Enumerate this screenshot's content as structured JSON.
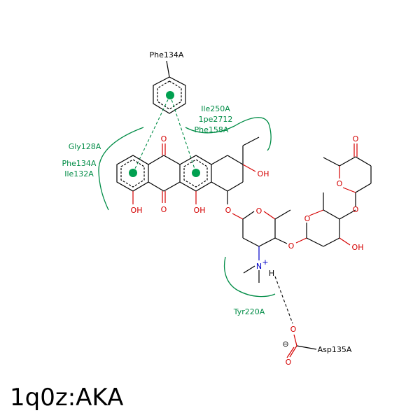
{
  "title": "1q0z:AKA",
  "residues": {
    "phe134_top": "Phe134A",
    "ile250": "Ile250A",
    "lpe2712": "1pe2712",
    "phe158": "Phe158A",
    "gly128": "Gly128A",
    "phe134": "Phe134A",
    "ile132": "Ile132A",
    "tyr220": "Tyr220A",
    "asp135": "Asp135A"
  },
  "atoms": {
    "oh": "OH",
    "o": "O",
    "n": "N",
    "plus": "+",
    "h": "H",
    "minus": "⊖"
  },
  "colors": {
    "hydrophobic": "#008c46",
    "oxygen": "#d40000",
    "nitrogen": "#0000c8",
    "bond": "#000000"
  }
}
